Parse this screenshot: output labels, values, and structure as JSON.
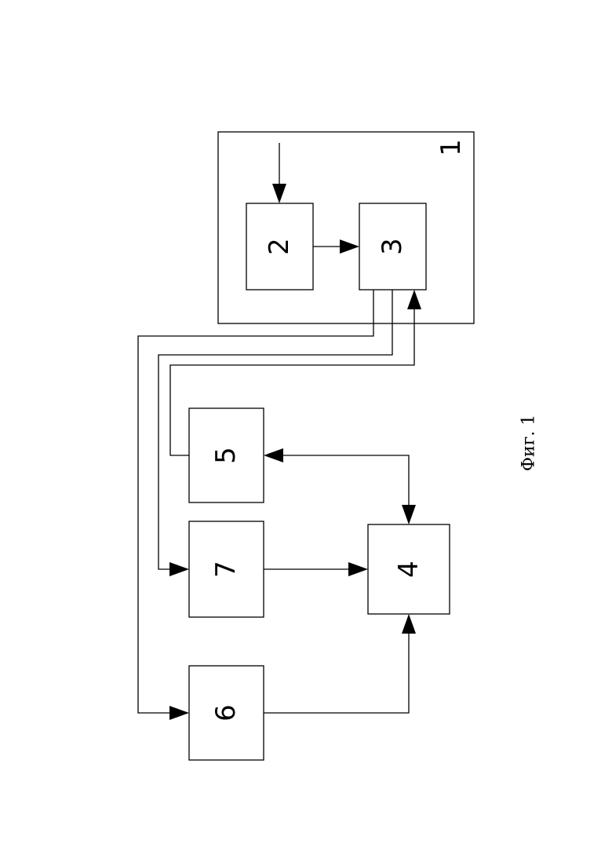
{
  "figure": {
    "blocks": {
      "b1": "1",
      "b2": "2",
      "b3": "3",
      "b4": "4",
      "b5": "5",
      "b6": "6",
      "b7": "7"
    },
    "caption": "Фиг. 1"
  }
}
